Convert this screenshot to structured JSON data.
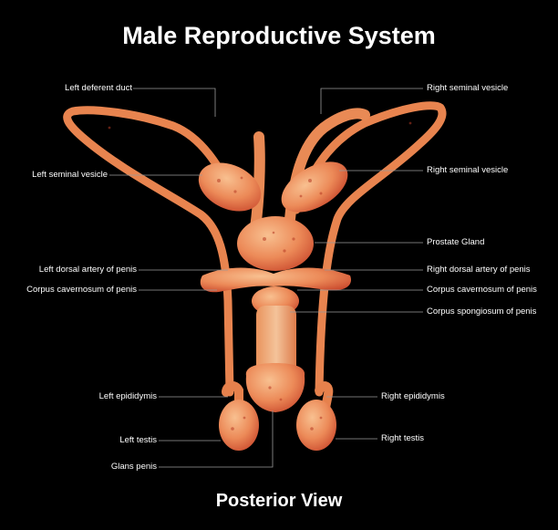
{
  "diagram": {
    "title": "Male Reproductive System",
    "subtitle": "Posterior View",
    "colors": {
      "background": "#000000",
      "tissue_light": "#f6b37e",
      "tissue_mid": "#e8744a",
      "tissue_dark": "#c9482c",
      "leader_line": "#9a9a9a",
      "text": "#ffffff"
    },
    "labels_left": [
      "Left deferent duct",
      "Left seminal vesicle",
      "Left dorsal artery of penis",
      "Corpus cavernosum of penis",
      "Left epididymis",
      "Left testis",
      "Glans penis"
    ],
    "labels_right": [
      "Right seminal vesicle",
      "Right seminal vesicle",
      "Prostate Gland",
      "Right dorsal artery of penis",
      "Corpus cavernosum of penis",
      "Corpus spongiosum of penis",
      "Right epididymis",
      "Right testis"
    ]
  }
}
